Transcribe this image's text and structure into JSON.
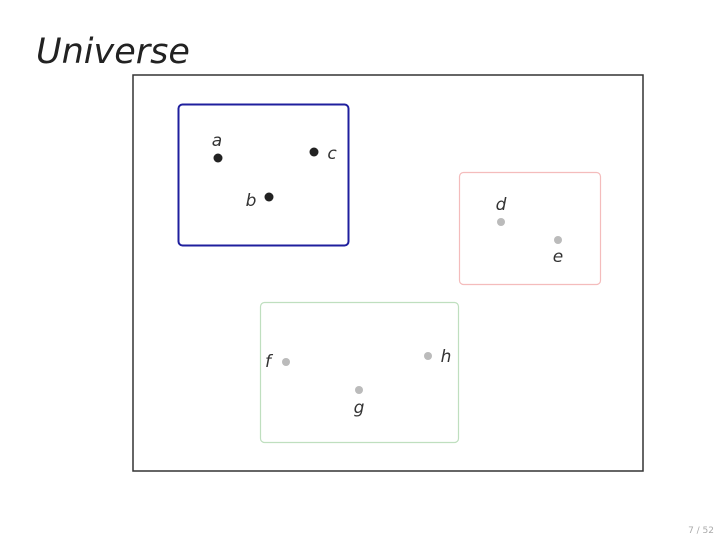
{
  "slide": {
    "title": "Universe",
    "page_number": "7 / 52"
  },
  "diagram": {
    "universe": {
      "stroke": "#333333"
    },
    "sets": [
      {
        "name": "set-1",
        "stroke": "#1f1f9e",
        "point_color": "#222222",
        "points": [
          {
            "label": "a"
          },
          {
            "label": "b"
          },
          {
            "label": "c"
          }
        ]
      },
      {
        "name": "set-2",
        "stroke": "#f4bcbc",
        "point_color": "#bbbbbb",
        "points": [
          {
            "label": "d"
          },
          {
            "label": "e"
          }
        ]
      },
      {
        "name": "set-3",
        "stroke": "#bfdfbf",
        "point_color": "#bbbbbb",
        "points": [
          {
            "label": "f"
          },
          {
            "label": "g"
          },
          {
            "label": "h"
          }
        ]
      }
    ]
  }
}
